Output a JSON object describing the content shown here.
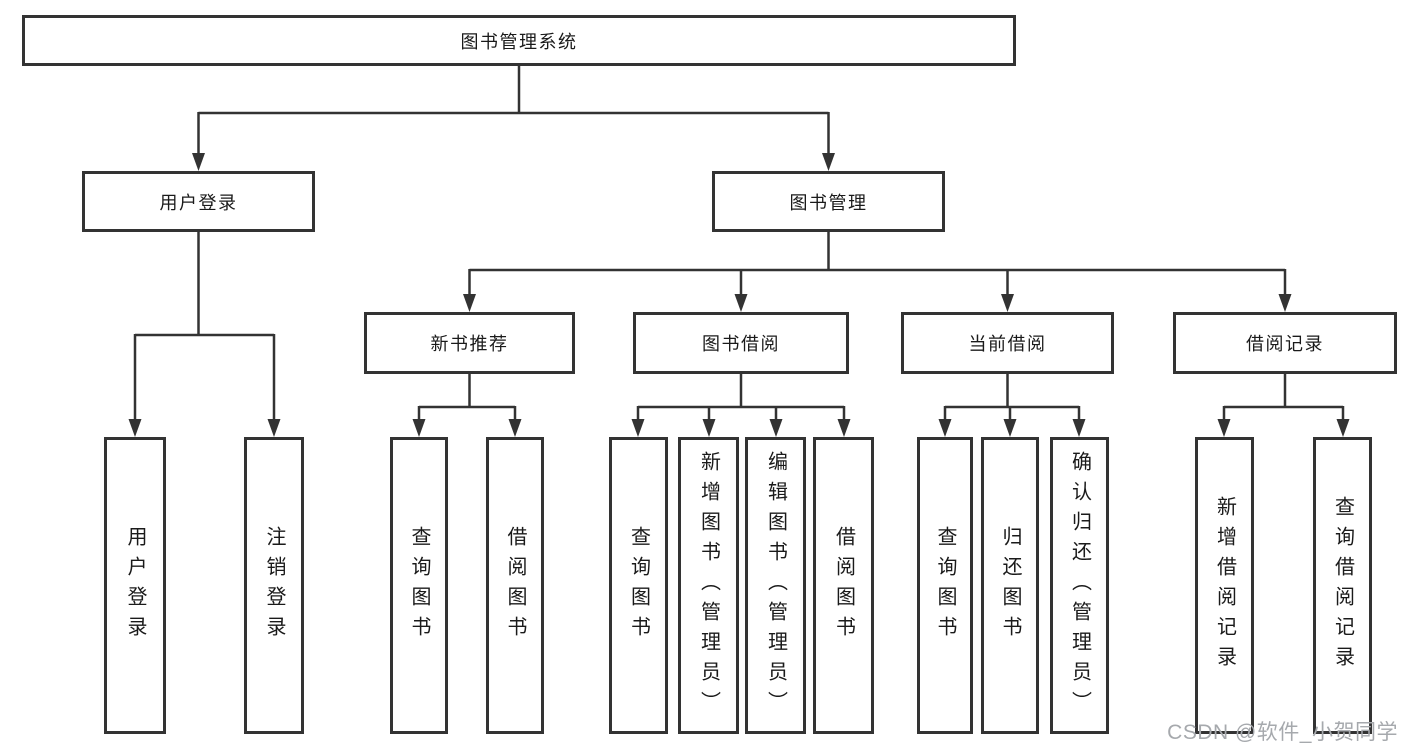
{
  "diagram": {
    "root": {
      "label": "图书管理系统"
    },
    "branches": [
      {
        "label": "用户登录",
        "leaves": [
          "用户登录",
          "注销登录"
        ]
      },
      {
        "label": "图书管理",
        "children": [
          {
            "label": "新书推荐",
            "leaves": [
              "查询图书",
              "借阅图书"
            ]
          },
          {
            "label": "图书借阅",
            "leaves": [
              "查询图书",
              "新增图书（管理员）",
              "编辑图书（管理员）",
              "借阅图书"
            ]
          },
          {
            "label": "当前借阅",
            "leaves": [
              "查询图书",
              "归还图书",
              "确认归还（管理员）"
            ]
          },
          {
            "label": "借阅记录",
            "leaves": [
              "新增借阅记录",
              "查询借阅记录"
            ]
          }
        ]
      }
    ]
  },
  "watermark": {
    "text": "CSDN @软件_小贺同学"
  },
  "colors": {
    "line": "#333333",
    "box_border": "#333333",
    "text": "#1a1a1a",
    "watermark": "#a6a9ad",
    "background": "#ffffff"
  }
}
